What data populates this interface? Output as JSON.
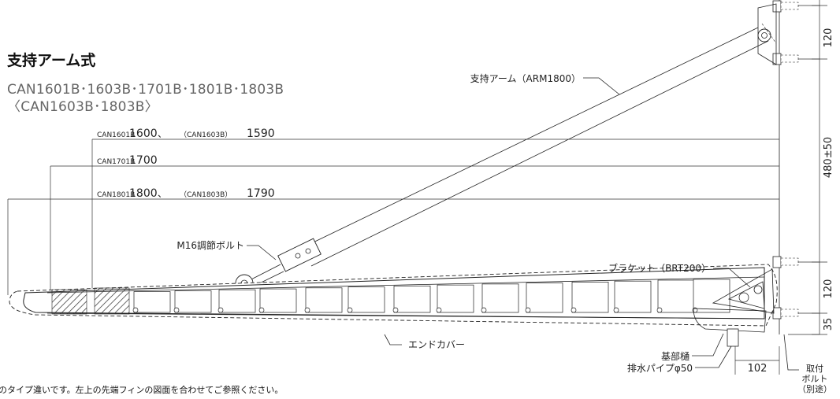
{
  "header": {
    "title": "支持アーム式",
    "models_line1": "CAN1601B･1603B･1701B･1801B･1803B",
    "models_line2": "〈CAN1603B･1803B〉"
  },
  "dimensions": {
    "d1": {
      "label_small": "CAN1601B",
      "value": "1600",
      "sep": "、",
      "alt_small": "（CAN1603B）",
      "alt_value": "1590"
    },
    "d2": {
      "label_small": "CAN1701B",
      "value": "1700"
    },
    "d3": {
      "label_small": "CAN1801B",
      "value": "1800",
      "sep": "、",
      "alt_small": "（CAN1803B）",
      "alt_value": "1790"
    },
    "v_top": "120",
    "v_mid": "480±50",
    "v_low": "120",
    "v_bot": "35",
    "h_bottom": "102"
  },
  "callouts": {
    "arm": "支持アーム（ARM1800）",
    "bolt": "M16調節ボルト",
    "bracket": "ブラケット（BRT200）",
    "end_cover": "エンドカバー",
    "base_gutter": "基部樋",
    "drain_pipe": "排水パイプφ50",
    "mount_bolt_1": "取付",
    "mount_bolt_2": "ボルト",
    "mount_bolt_3": "（別途）"
  },
  "footer_note": "のタイプ違いです。左上の先端フィンの図面を合わせてご参照ください。"
}
